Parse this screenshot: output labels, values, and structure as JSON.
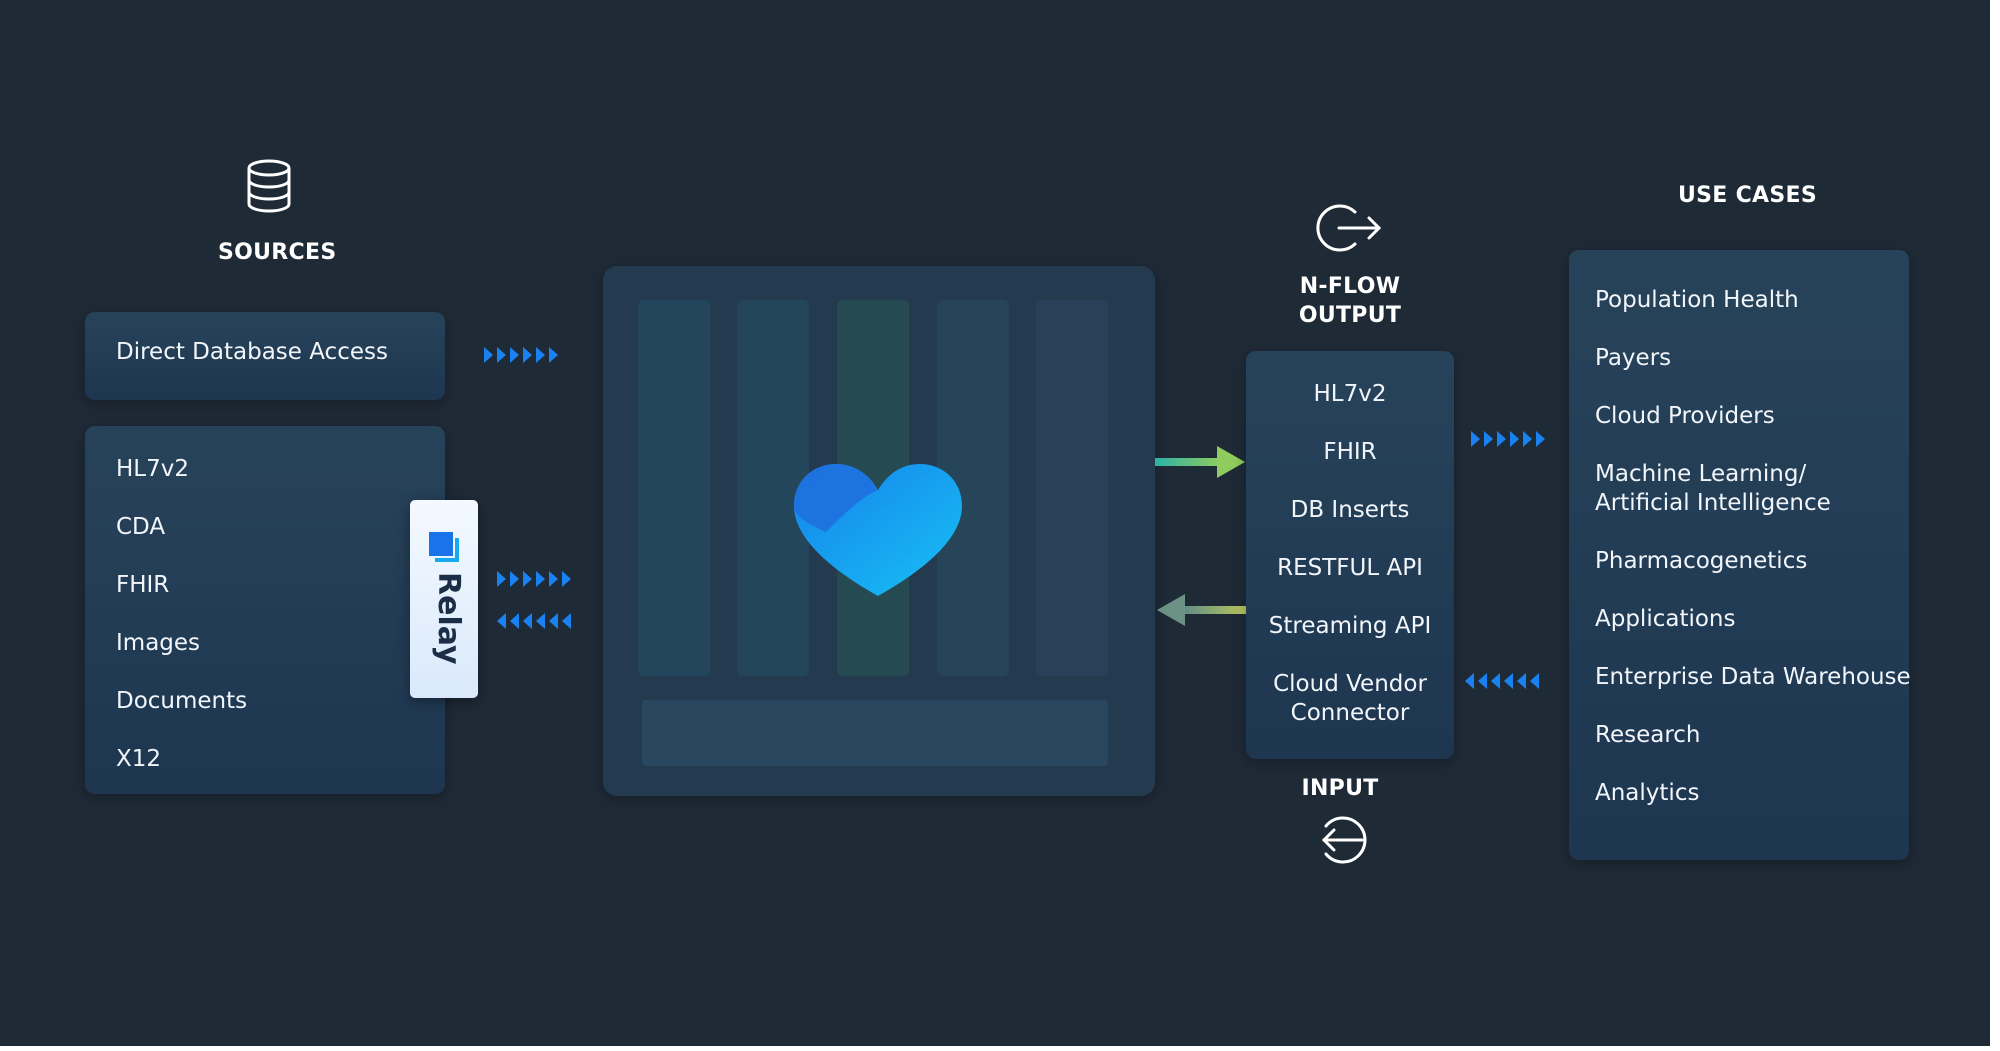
{
  "sources": {
    "title": "SOURCES",
    "icon": "database-icon",
    "direct": "Direct Database Access",
    "items": [
      "HL7v2",
      "CDA",
      "FHIR",
      "Images",
      "Documents",
      "X12"
    ]
  },
  "relay": {
    "label": "Relay",
    "icon": "relay-logo-icon",
    "brand_color": "#1a73e8"
  },
  "engine": {
    "icon": "heart-logo-icon",
    "accent": "#14a9f0"
  },
  "nflow": {
    "output_title_line1": "N-FLOW",
    "output_title_line2": "OUTPUT",
    "output_icon": "sign-out-icon",
    "input_title": "INPUT",
    "input_icon": "sign-in-icon",
    "items": [
      "HL7v2",
      "FHIR",
      "DB Inserts",
      "RESTFUL API",
      "Streaming API"
    ],
    "last_item_line1": "Cloud Vendor",
    "last_item_line2": "Connector"
  },
  "use_cases": {
    "title": "USE CASES",
    "items": [
      "Population Health",
      "Payers",
      "Cloud Providers"
    ],
    "ml_line1": "Machine Learning/",
    "ml_line2": "Artificial Intelligence",
    "items2": [
      "Pharmacogenetics",
      "Applications",
      "Enterprise Data Warehouse",
      "Research",
      "Analytics"
    ]
  },
  "colors": {
    "background": "#1f2a37",
    "panel": "#25405a",
    "arrow_blue": "#1a82f0",
    "arrow_green": "#7cc46a"
  }
}
